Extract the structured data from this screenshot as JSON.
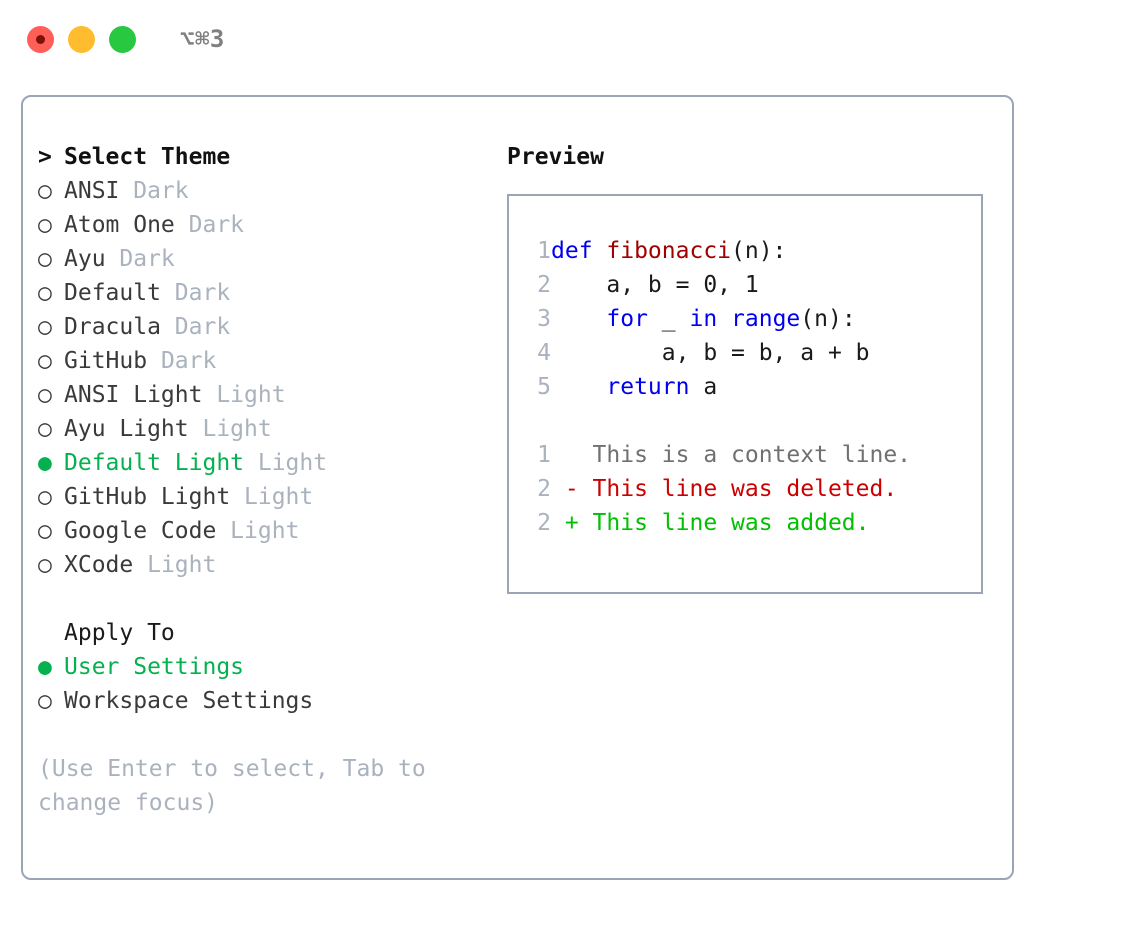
{
  "titlebar": {
    "shortcut": "⌥⌘3",
    "buttons": [
      {
        "name": "close",
        "color": "#ff5f57"
      },
      {
        "name": "minimize",
        "color": "#febc2e"
      },
      {
        "name": "zoom",
        "color": "#28c840"
      }
    ]
  },
  "theme_list": {
    "header": "Select Theme",
    "header_marker": ">",
    "marker_unselected": "○",
    "marker_selected": "●",
    "items": [
      {
        "label": "ANSI",
        "suffix": "Dark",
        "selected": false
      },
      {
        "label": "Atom One",
        "suffix": "Dark",
        "selected": false
      },
      {
        "label": "Ayu",
        "suffix": "Dark",
        "selected": false
      },
      {
        "label": "Default",
        "suffix": "Dark",
        "selected": false
      },
      {
        "label": "Dracula",
        "suffix": "Dark",
        "selected": false
      },
      {
        "label": "GitHub",
        "suffix": "Dark",
        "selected": false
      },
      {
        "label": "ANSI Light",
        "suffix": "Light",
        "selected": false
      },
      {
        "label": "Ayu Light",
        "suffix": "Light",
        "selected": false
      },
      {
        "label": "Default Light",
        "suffix": "Light",
        "selected": true
      },
      {
        "label": "GitHub Light",
        "suffix": "Light",
        "selected": false
      },
      {
        "label": "Google Code",
        "suffix": "Light",
        "selected": false
      },
      {
        "label": "XCode",
        "suffix": "Light",
        "selected": false
      }
    ]
  },
  "apply_to": {
    "heading": "Apply To",
    "items": [
      {
        "label": "User Settings",
        "selected": true
      },
      {
        "label": "Workspace Settings",
        "selected": false
      }
    ]
  },
  "hint": "(Use Enter to select, Tab to change focus)",
  "preview": {
    "title": "Preview",
    "code_lines": [
      {
        "no": "1",
        "tokens": [
          {
            "t": "def ",
            "c": "kw"
          },
          {
            "t": "fibonacci",
            "c": "fn"
          },
          {
            "t": "(n):",
            "c": ""
          }
        ]
      },
      {
        "no": "2",
        "tokens": [
          {
            "t": "    a, b = 0, 1",
            "c": ""
          }
        ]
      },
      {
        "no": "3",
        "tokens": [
          {
            "t": "    ",
            "c": ""
          },
          {
            "t": "for",
            "c": "kw"
          },
          {
            "t": " _ ",
            "c": ""
          },
          {
            "t": "in",
            "c": "kw"
          },
          {
            "t": " ",
            "c": ""
          },
          {
            "t": "range",
            "c": "kw"
          },
          {
            "t": "(n):",
            "c": ""
          }
        ]
      },
      {
        "no": "4",
        "tokens": [
          {
            "t": "        a, b = b, a + b",
            "c": ""
          }
        ]
      },
      {
        "no": "5",
        "tokens": [
          {
            "t": "    ",
            "c": ""
          },
          {
            "t": "return",
            "c": "kw"
          },
          {
            "t": " a",
            "c": ""
          }
        ]
      }
    ],
    "diff_lines": [
      {
        "no": "1",
        "tokens": [
          {
            "t": "   This is a context line.",
            "c": "ctx"
          }
        ]
      },
      {
        "no": "2",
        "tokens": [
          {
            "t": " - This line was deleted.",
            "c": "del"
          }
        ]
      },
      {
        "no": "2",
        "tokens": [
          {
            "t": " + This line was added.",
            "c": "add"
          }
        ]
      }
    ]
  },
  "colors": {
    "selection_green": "#05b14e",
    "muted_grey": "#aab2be",
    "border": "#9aa5b5",
    "keyword_blue": "#0000ee",
    "function_red": "#a00000",
    "diff_deleted": "#cc0000",
    "diff_added": "#00c000"
  }
}
